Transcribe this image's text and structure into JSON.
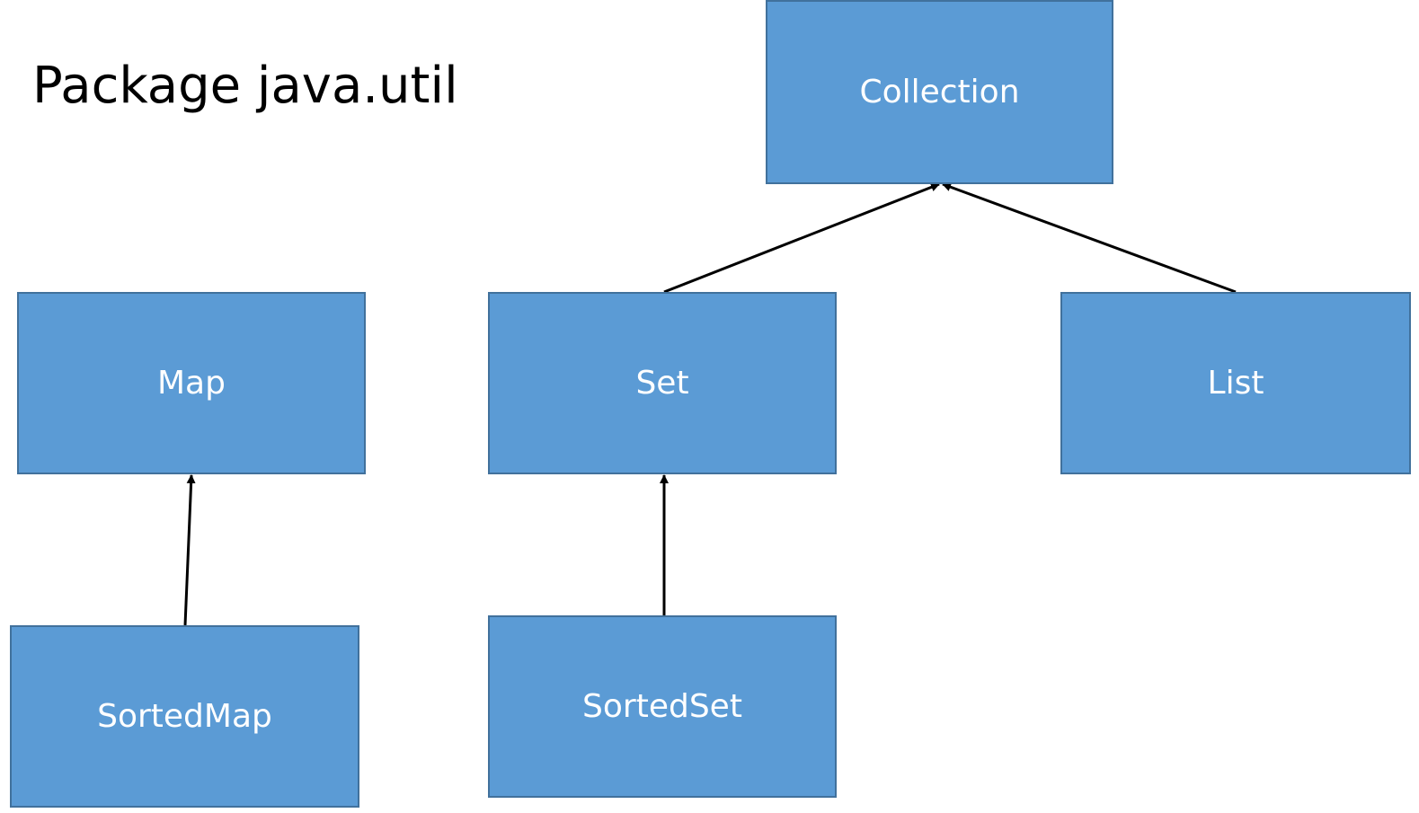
{
  "title": "Package java.util",
  "colors": {
    "node_fill": "#5b9bd5",
    "node_border": "#41719c",
    "node_text": "#ffffff",
    "connector": "#000000"
  },
  "nodes": {
    "collection": "Collection",
    "map": "Map",
    "set": "Set",
    "list": "List",
    "sortedmap": "SortedMap",
    "sortedset": "SortedSet"
  },
  "edges": [
    {
      "from": "set",
      "to": "collection"
    },
    {
      "from": "list",
      "to": "collection"
    },
    {
      "from": "sortedmap",
      "to": "map"
    },
    {
      "from": "sortedset",
      "to": "set"
    }
  ]
}
